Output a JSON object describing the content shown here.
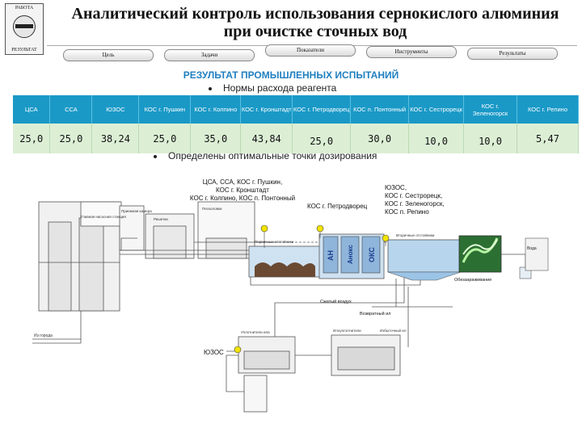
{
  "logo": {
    "top_text": "РАБОТА",
    "bottom_text": "РЕЗУЛЬТАТ"
  },
  "title": {
    "line1": "Аналитический контроль использования сернокислого алюминия",
    "line2": "при очистке сточных вод"
  },
  "nav": {
    "items": [
      {
        "label": "Цель"
      },
      {
        "label": "Задачи"
      },
      {
        "label": "Показатели"
      },
      {
        "label": "Инструменты"
      },
      {
        "label": "Результаты"
      }
    ]
  },
  "section": {
    "title": "РЕЗУЛЬТАТ ПРОМЫШЛЕННЫХ ИСПЫТАНИЙ",
    "bullet1": "Нормы расхода реагента",
    "bullet2": "Определены оптимальные точки дозирования"
  },
  "table": {
    "headers": [
      "ЦСА",
      "ССА",
      "ЮЗОС",
      "КОС г. Пушкин",
      "КОС г. Колпино",
      "КОС г. Кронштадт",
      "КОС г. Петродворец",
      "КОС п. Понтонный",
      "КОС г. Сестрорецк",
      "КОС г. Зеленогорск",
      "КОС г. Репино"
    ],
    "values": [
      "25,0",
      "25,0",
      "38,24",
      "25,0",
      "35,0",
      "43,84",
      "25,0",
      "30,0",
      "10,0",
      "10,0",
      "5,47"
    ]
  },
  "diagram": {
    "label_group_left": [
      "ЦСА, ССА, КОС г. Пушкин,",
      "КОС г. Кронштадт",
      "КОС г. Колпино, КОС п. Понтонный"
    ],
    "label_petrodvorets": "КОС г. Петродворец",
    "label_group_right": [
      "ЮЗОС,",
      "КОС г. Сестрорецк,",
      "КОС г. Зеленогорск,",
      "КОС п. Репино"
    ],
    "label_uzos": "ЮЗОС",
    "label_disinfection": "Обеззараживание",
    "label_air": "Сжатый воздух",
    "label_return_sludge": "Возвратный ил",
    "label_from_city": "Из города",
    "label_to_water": "Вода",
    "tank_labels": [
      "АН",
      "Анокс",
      "ОКС"
    ],
    "stage_labels": [
      "Главная насосная станция",
      "Приемная камера",
      "Решетки",
      "Песколовки",
      "Первичные отстойники",
      "Вторичные отстойники",
      "Уплотнители ила",
      "Избыточный ил",
      "Илоуплотнители"
    ]
  },
  "colors": {
    "accent_blue": "#1a99c7",
    "title_blue": "#1f7fc0",
    "value_row_bg": "#dcefd5",
    "dosing_point": "#f2e300"
  }
}
